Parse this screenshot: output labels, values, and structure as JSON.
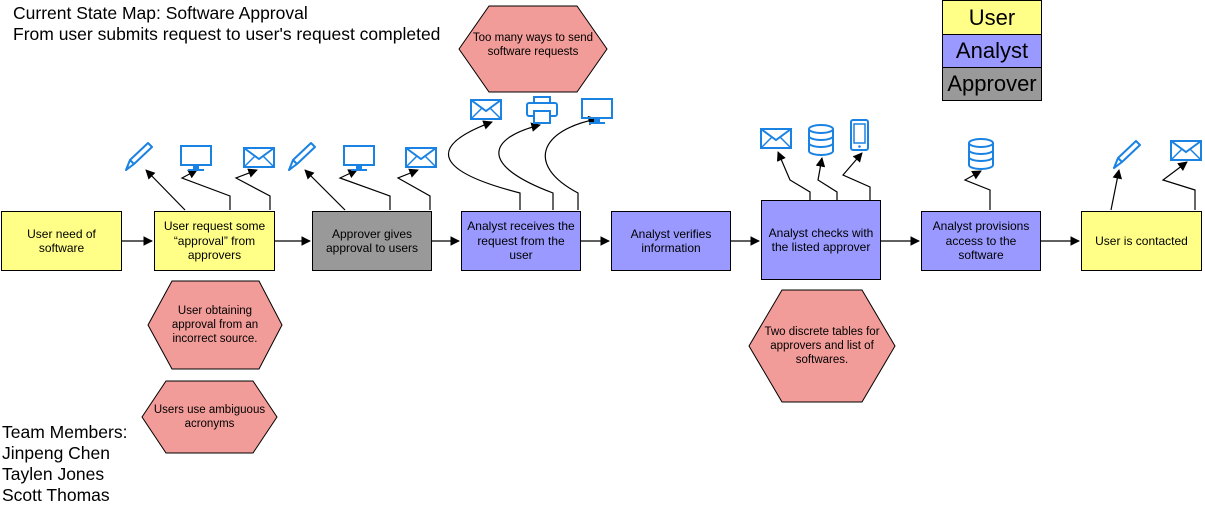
{
  "header": {
    "title_line1": "Current State Map: Software Approval",
    "title_line2": "From user submits request to user's request completed"
  },
  "legend": {
    "user": "User",
    "analyst": "Analyst",
    "approver": "Approver"
  },
  "colors": {
    "user": "#ffff88",
    "analyst": "#9999ff",
    "approver": "#999999",
    "problem": "#f19c99",
    "icon": "#1a82e2"
  },
  "steps": [
    {
      "label": "User need of software",
      "role": "user"
    },
    {
      "label": "User request some “approval” from approvers",
      "role": "user"
    },
    {
      "label": "Approver gives approval to users",
      "role": "approver"
    },
    {
      "label": "Analyst receives the request from the user",
      "role": "analyst"
    },
    {
      "label": "Analyst verifies information",
      "role": "analyst"
    },
    {
      "label": "Analyst checks with the listed approver",
      "role": "analyst"
    },
    {
      "label": "Analyst provisions access to the software",
      "role": "analyst"
    },
    {
      "label": "User is contacted",
      "role": "user"
    }
  ],
  "problems": [
    "Too many ways to send software requests",
    "User obtaining approval from an incorrect source.",
    "Users use ambiguous acronyms",
    "Two discrete tables for approvers and list of softwares."
  ],
  "icons": [
    "pencil-icon",
    "monitor-icon",
    "envelope-icon",
    "pencil-icon",
    "monitor-icon",
    "envelope-icon",
    "envelope-icon",
    "printer-icon",
    "monitor-icon",
    "envelope-icon",
    "database-icon",
    "mobile-phone-icon",
    "database-icon",
    "pencil-icon",
    "envelope-icon"
  ],
  "team": {
    "heading": "Team Members:",
    "members": [
      "Jinpeng Chen",
      "Taylen Jones",
      "Scott Thomas"
    ]
  }
}
